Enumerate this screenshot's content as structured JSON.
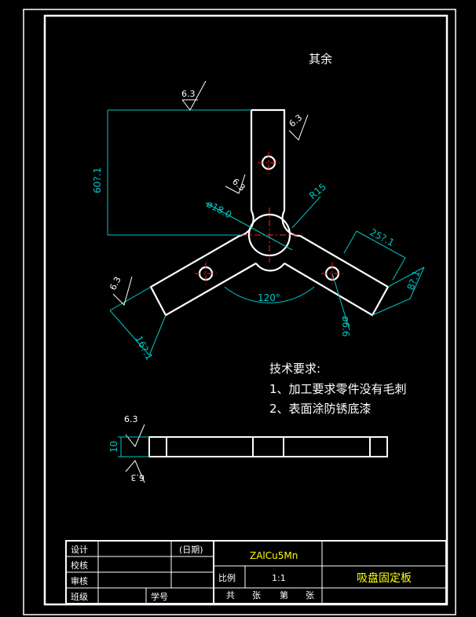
{
  "drawing": {
    "surface_note": "其余",
    "roughness_value": "6.3",
    "dimensions": {
      "overall_height": "60?.1",
      "hole_diameter_small": "ø18.0",
      "fillet_radius": "R15",
      "arm_length": "25?.1",
      "arm_width_right": "8?.1",
      "arm_width_left": "16?.1",
      "arm_angle": "120°",
      "pin_hole": "ø6.6",
      "thickness": "10"
    },
    "tech_requirements": {
      "title": "技术要求:",
      "items": [
        "1、加工要求零件没有毛刺",
        "2、表面涂防锈底漆"
      ]
    }
  },
  "title_block": {
    "rows": [
      "设计",
      "校核",
      "审核",
      "班级"
    ],
    "date_label": "(日期)",
    "student_no_label": "学号",
    "material": "ZAlCu5Mn",
    "scale_label": "比例",
    "scale_value": "1:1",
    "sheet_total_label": "共　　张",
    "sheet_no_label": "第　　张",
    "drawing_title": "吸盘固定板"
  },
  "colors": {
    "background": "#000000",
    "outline": "#ffffff",
    "dimension": "#00c8c8",
    "centerline": "#ff2020",
    "title_text": "#ffff00",
    "body_text": "#ffffff"
  }
}
